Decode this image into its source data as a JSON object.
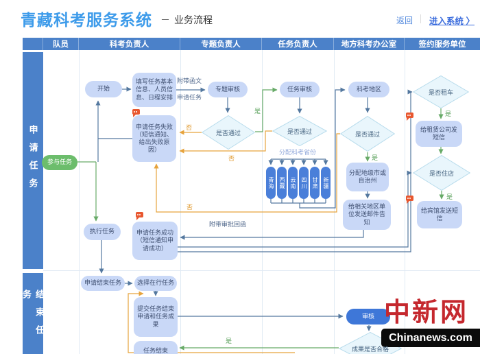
{
  "header": {
    "logo": "青藏科考服务系统",
    "dash": "－",
    "subtitle": "业务流程",
    "back": "返回",
    "enter": "进入系统 〉"
  },
  "lanes": [
    "",
    "队员",
    "科考负责人",
    "专题负责人",
    "任务负责人",
    "地方科考办公室",
    "签约服务单位"
  ],
  "stages": [
    "申请任务",
    "结束任务"
  ],
  "nodes": {
    "start": "开始",
    "fill_info": "填写任务基本信息、人员信息、日程安排",
    "apply_fail": "申请任务失败（短信通知、给出失败原因）",
    "join": "参与任务",
    "exec": "执行任务",
    "apply_success": "申请任务成功（短信通知申请成功）",
    "apply_end": "申请结束任务",
    "select_task": "选择在行任务",
    "submit": "提交任务结束申请和任务成果",
    "task_end": "任务结束",
    "topic_review": "专题审核",
    "pass": "是否通过",
    "task_review": "任务审核",
    "provinces": [
      "青海",
      "西藏",
      "云南",
      "四川",
      "甘肃",
      "新疆"
    ],
    "area": "科考地区",
    "assign_city": "分配地级市或自治州",
    "send_mail": "给相关地区单位发送邮件告知",
    "review": "审核",
    "result_pass": "成果是否合格",
    "rent_car": "是否租车",
    "rental_sms": "给租赁公司发短信",
    "stay_hotel": "是否住店",
    "hotel_sms": "给宾馆发送短信"
  },
  "labels": {
    "with_letter": "附带函文",
    "apply_task": "申请任务",
    "yes": "是",
    "no": "否",
    "assign_provinces": "分配科考省份",
    "approval_reply": "附带审批回函"
  },
  "watermark": {
    "cn": "中新网",
    "en": "Chinanews.com"
  },
  "colors": {
    "header_blue": "#4b81c9",
    "logo_blue": "#3d9bea",
    "node_fill": "#c9d8f7",
    "line_blue": "#54789f",
    "line_green": "#67aa67",
    "line_orange": "#e6a33c",
    "solid_blue": "#4a7fd9",
    "green_node": "#6cbd6c",
    "watermark_red": "#c5282e"
  }
}
